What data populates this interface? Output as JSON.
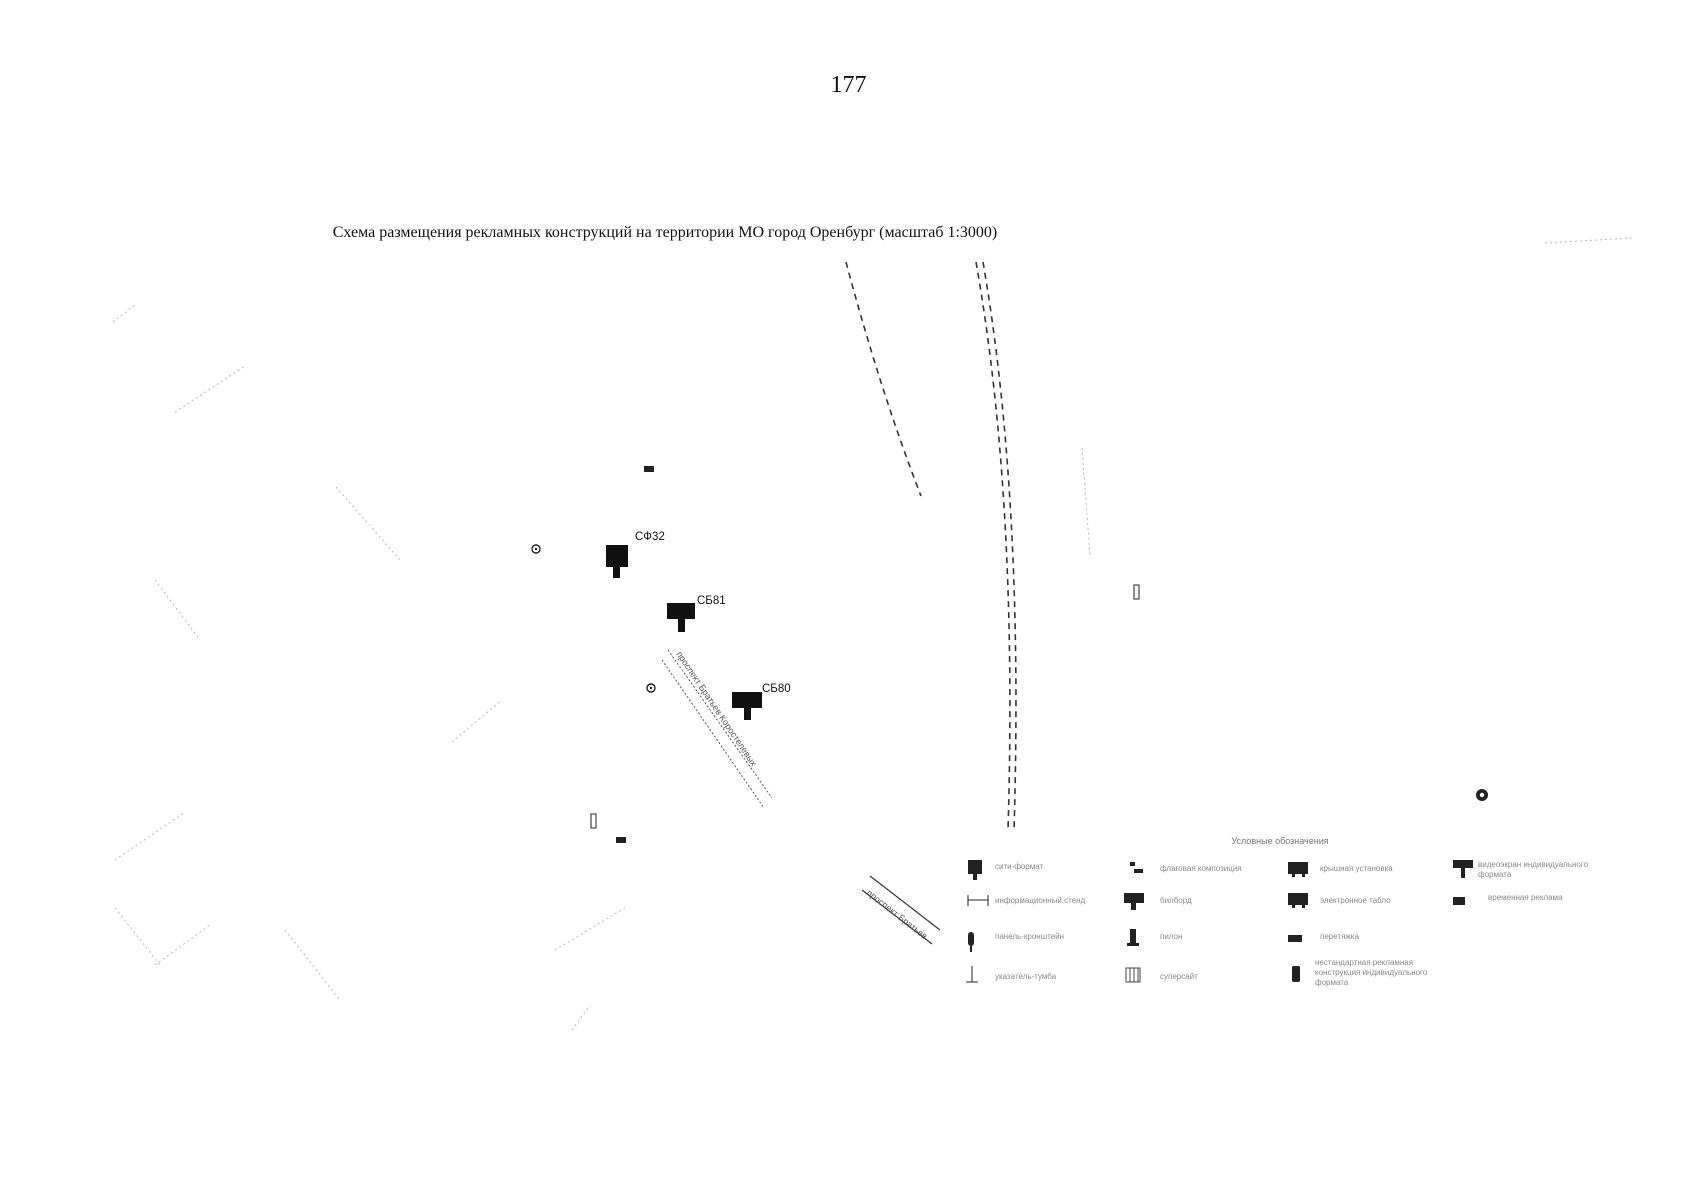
{
  "page": {
    "number": "177"
  },
  "map": {
    "title": "Схема размещения рекламных конструкций на территории МО город Оренбург (масштаб 1:3000)",
    "scale": "1:3000",
    "constructions": [
      {
        "id": "СФ32",
        "icon": "pillar-sign-icon"
      },
      {
        "id": "СБ81",
        "icon": "billboard-icon"
      },
      {
        "id": "СБ80",
        "icon": "billboard-icon"
      }
    ],
    "streets": {
      "main": "проспект Братьев Коростелевых",
      "lower": "проспект Братьев"
    }
  },
  "legend": {
    "heading": "Условные обозначения",
    "items": [
      {
        "icon": "city-format-icon",
        "label": "сити-формат"
      },
      {
        "icon": "flag-composition-icon",
        "label": "флаговая композиция"
      },
      {
        "icon": "roof-installation-icon",
        "label": "крышная установка"
      },
      {
        "icon": "video-screen-icon",
        "label": "видеоэкран индивидуального формата"
      },
      {
        "icon": "info-stand-icon",
        "label": "информационный стенд"
      },
      {
        "icon": "billboard-icon",
        "label": "билборд"
      },
      {
        "icon": "electronic-board-icon",
        "label": "электронное табло"
      },
      {
        "icon": "temporary-ad-icon",
        "label": "временная реклама"
      },
      {
        "icon": "bracket-panel-icon",
        "label": "панель-кронштейн"
      },
      {
        "icon": "pylon-icon",
        "label": "пилон"
      },
      {
        "icon": "banner-stretch-icon",
        "label": "перетяжка"
      },
      {
        "icon": "sign-pillar-icon",
        "label": "указатель-тумба"
      },
      {
        "icon": "super-site-icon",
        "label": "суперсайт"
      },
      {
        "icon": "non-standard-icon",
        "label": "нестандартная рекламная конструкция индивидуального формата"
      }
    ]
  }
}
